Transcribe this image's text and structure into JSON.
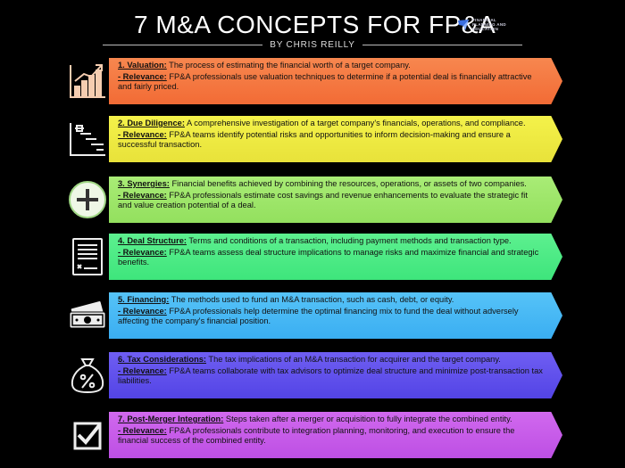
{
  "header": {
    "title": "7 M&A CONCEPTS FOR FP&A",
    "byline": "BY CHRIS REILLY",
    "logo_text": [
      "FINANCIAL",
      "PLANNING AND",
      "EDUCATION"
    ]
  },
  "concepts": [
    {
      "label": "1. Valuation:",
      "definition": " The process of estimating the financial worth of a target company.",
      "relevance_label": "- Relevance:",
      "relevance": " FP&A professionals use valuation techniques to determine if a potential deal is financially attractive and fairly priced.",
      "icon": "growth-chart-icon",
      "color": "#f26b35"
    },
    {
      "label": "2. Due Diligence:",
      "definition": " A comprehensive investigation of a target company's financials, operations, and compliance.",
      "relevance_label": "- Relevance:",
      "relevance": " FP&A teams identify potential risks and opportunities to inform decision-making and ensure a successful transaction.",
      "icon": "gantt-chart-icon",
      "color": "#e8e23a"
    },
    {
      "label": "3. Synergies:",
      "definition": " Financial benefits achieved by combining the resources, operations, or assets of two companies.",
      "relevance_label": "- Relevance:",
      "relevance": " FP&A professionals estimate cost savings and revenue enhancements to evaluate the strategic fit and value creation potential of a deal.",
      "icon": "plus-circle-icon",
      "color": "#93e05e"
    },
    {
      "label": "4. Deal Structure:",
      "definition": " Terms and conditions of a transaction, including payment methods and transaction type.",
      "relevance_label": "- Relevance:",
      "relevance": " FP&A teams assess deal structure implications to manage risks and maximize financial and strategic benefits.",
      "icon": "contract-icon",
      "color": "#3ee57c"
    },
    {
      "label": "5. Financing:",
      "definition": " The methods used to fund an M&A transaction, such as cash, debt, or equity.",
      "relevance_label": "- Relevance:",
      "relevance": " FP&A professionals help determine the optimal financing mix to fund the deal without adversely affecting the company's financial position.",
      "icon": "cash-icon",
      "color": "#3aaef2"
    },
    {
      "label": "6. Tax Considerations:",
      "definition": " The tax implications of an M&A transaction for acquirer and the target company.",
      "relevance_label": "- Relevance:",
      "relevance": " FP&A teams collaborate with tax advisors to optimize deal structure and minimize post-transaction tax liabilities.",
      "icon": "money-bag-percent-icon",
      "color": "#5344e6"
    },
    {
      "label": "7. Post-Merger Integration:",
      "definition": " Steps taken after a merger or acquisition to fully integrate the combined entity.",
      "relevance_label": "- Relevance:",
      "relevance": " FP&A professionals contribute to integration planning, monitoring, and execution to ensure the financial success of the combined entity.",
      "icon": "checkbox-icon",
      "color": "#bd4fe4"
    }
  ]
}
